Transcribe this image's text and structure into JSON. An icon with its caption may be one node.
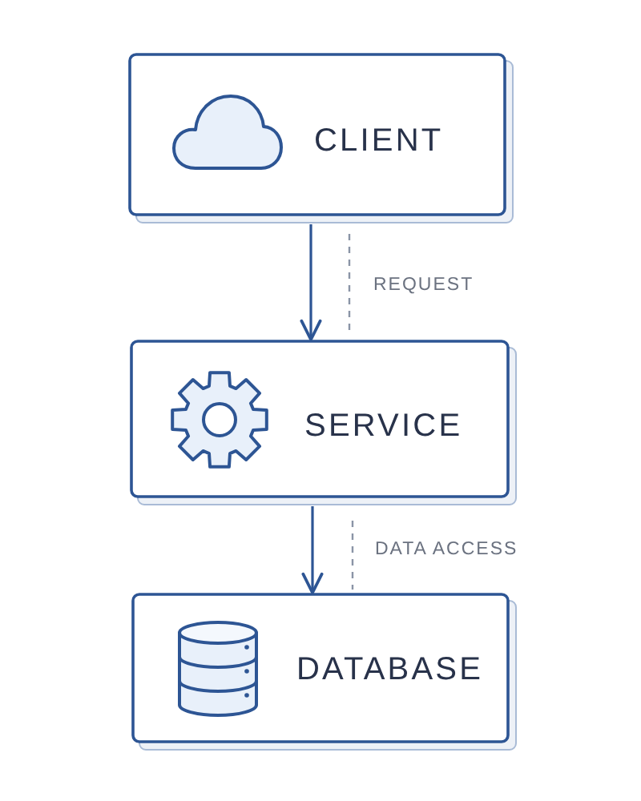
{
  "diagram": {
    "nodes": [
      {
        "text": [
          "CLIENT"
        ]
      },
      {
        "text": [
          "SERVICE"
        ]
      },
      {
        "text": [
          "DATABASE"
        ]
      }
    ],
    "edges": [
      {
        "from": 0,
        "to": 1,
        "arrow": "to",
        "label": "REQUEST"
      },
      {
        "from": 1,
        "to": 2,
        "arrow": "to",
        "label": "DATA ACCESS"
      }
    ]
  }
}
